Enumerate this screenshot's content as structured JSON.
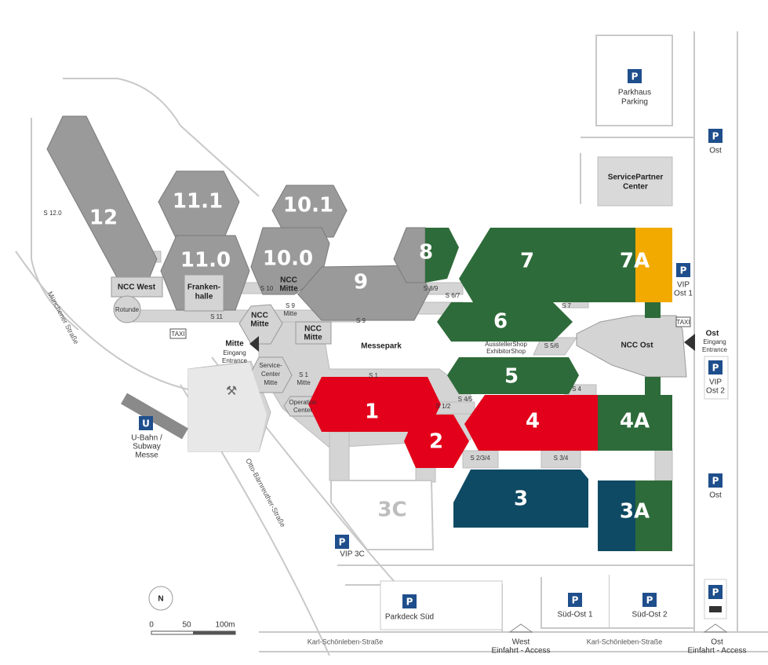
{
  "halls": {
    "h12": "12",
    "h11_1": "11.1",
    "h11_0": "11.0",
    "h10_1": "10.1",
    "h10_0": "10.0",
    "h9": "9",
    "h8": "8",
    "h7": "7",
    "h7a": "7A",
    "h6": "6",
    "h5": "5",
    "h4": "4",
    "h4a": "4A",
    "h3": "3",
    "h3a": "3A",
    "h3c": "3C",
    "h2": "2",
    "h1": "1"
  },
  "buildings": {
    "ncc_west": "NCC West",
    "rotunde": "Rotunde",
    "franken_1": "Franken-",
    "franken_2": "halle",
    "ncc_mitte_1": "NCC",
    "ncc_mitte_2": "Mitte",
    "ncc_ost": "NCC Ost",
    "service_center_1": "Service-",
    "service_center_2": "Center",
    "service_center_3": "Mitte",
    "operation_center_1": "Operation",
    "operation_center_2": "Center",
    "servicepartner_1": "ServicePartner",
    "servicepartner_2": "Center",
    "parkhaus_1": "Parkhaus",
    "parkhaus_2": "Parking",
    "messepark": "Messepark",
    "aussteller_1": "AusstellerShop",
    "aussteller_2": "ExhibitorShop"
  },
  "passages": {
    "s12": "S 12.0",
    "s11": "S 11",
    "s10": "S 10",
    "s9mitte_1": "S 9",
    "s9mitte_2": "Mitte",
    "s9": "S 9",
    "s89": "S 8/9",
    "s67": "S 6/7",
    "s7": "S 7",
    "s56": "S 5/6",
    "s4": "S 4",
    "s1": "S 1",
    "s1mitte_1": "S 1",
    "s1mitte_2": "Mitte",
    "s12b": "S 1/2",
    "s45": "S 4/5",
    "s234": "S 2/3/4",
    "s34": "S 3/4"
  },
  "entrances": {
    "mitte_title": "Mitte",
    "mitte_sub1": "Eingang",
    "mitte_sub2": "Entrance",
    "ost_title": "Ost",
    "ost_sub1": "Eingang",
    "ost_sub2": "Entrance"
  },
  "parking": {
    "p_letter": "P",
    "ost_top": "Ost",
    "vip_ost1_1": "VIP",
    "vip_ost1_2": "Ost 1",
    "vip_ost2_1": "VIP",
    "vip_ost2_2": "Ost 2",
    "ost_mid": "Ost",
    "vip3c": "VIP 3C",
    "parkdeck_sued": "Parkdeck Süd",
    "sued_ost1": "Süd-Ost 1",
    "sued_ost2": "Süd-Ost 2"
  },
  "transit": {
    "u_letter": "U",
    "ubahn_1": "U-Bahn /",
    "ubahn_2": "Subway",
    "ubahn_3": "Messe",
    "taxi": "TAXI"
  },
  "streets": {
    "muenchener": "Münchener Straße",
    "otto": "Otto-Bärnreuther-Straße",
    "karl_1": "Karl-Schönleben-Straße",
    "karl_2": "Karl-Schönleben-Straße"
  },
  "access": {
    "west_1": "West",
    "west_2": "Einfahrt - Access",
    "ost_1": "Ost",
    "ost_2": "Einfahrt - Access"
  },
  "scale": {
    "s0": "0",
    "s50": "50",
    "s100": "100m"
  },
  "compass": "N",
  "colors": {
    "gray_hall": "#9a9a9a",
    "light_hall": "#d4d4d4",
    "green": "#2e6b3a",
    "red": "#e2001a",
    "navy": "#0f4a64",
    "orange": "#f2a900",
    "parking_blue": "#1f4e8c"
  }
}
